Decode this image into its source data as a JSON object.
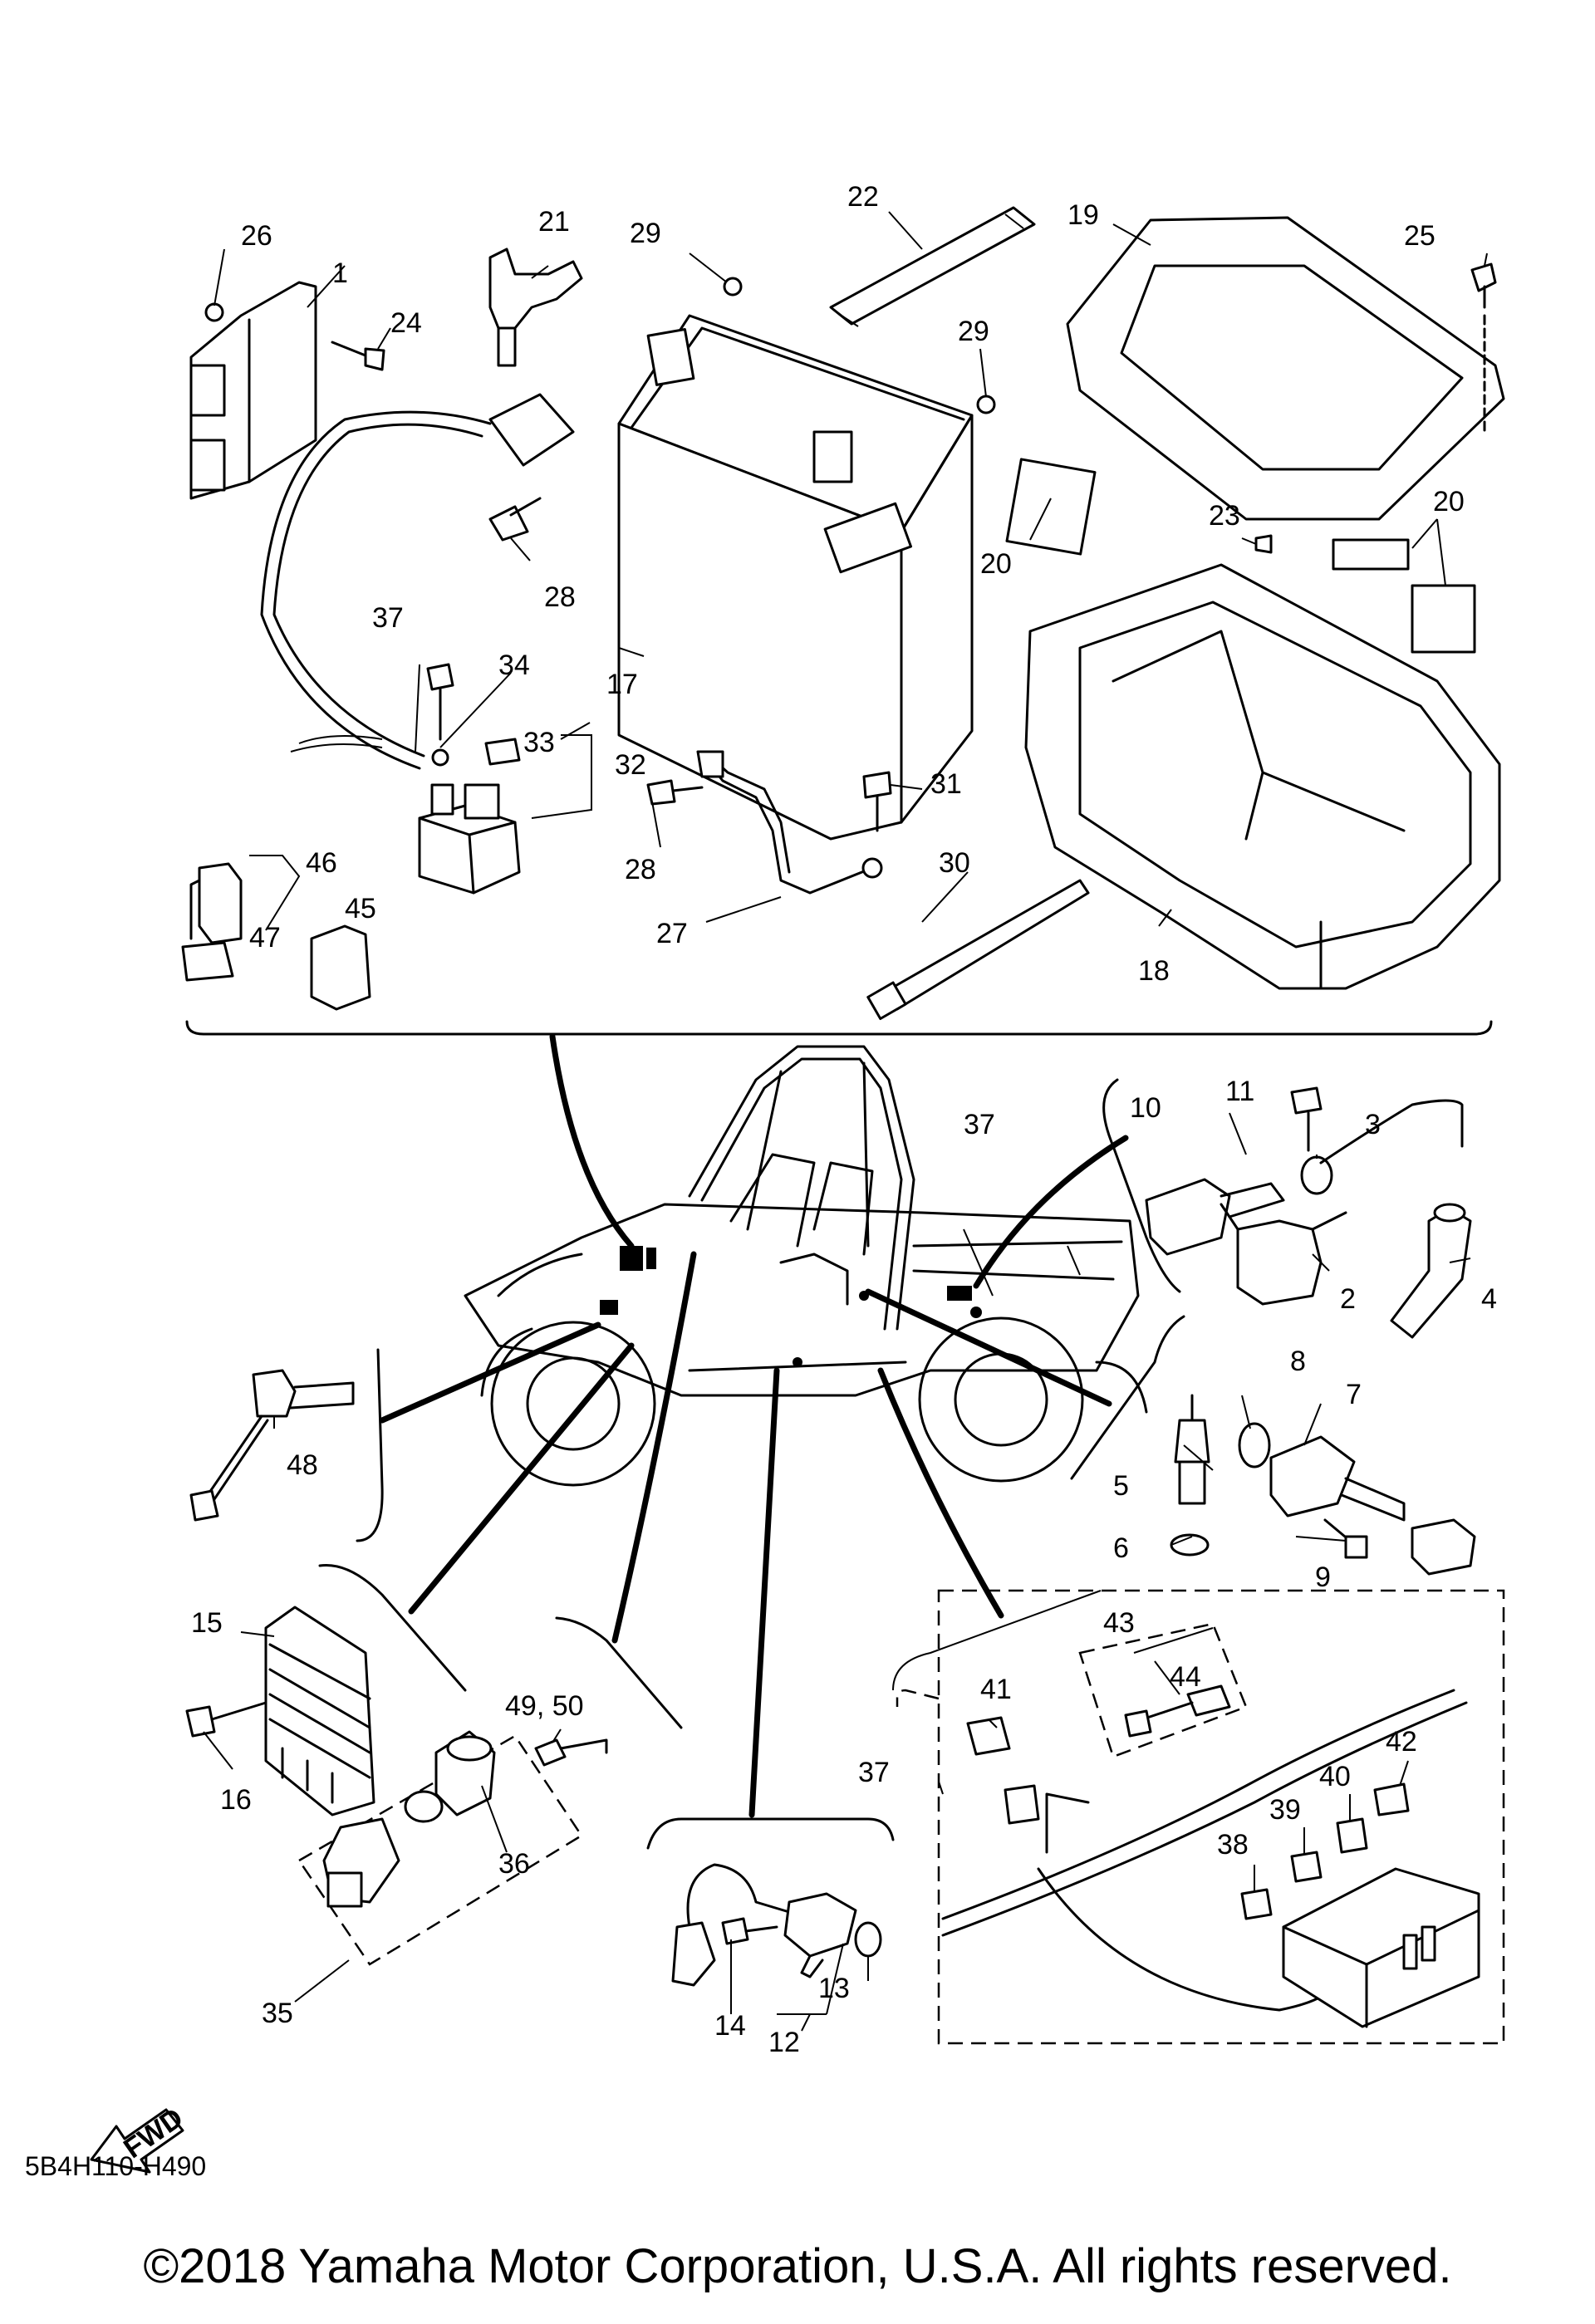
{
  "diagram": {
    "part_numbers": [
      "1",
      "2",
      "3",
      "4",
      "5",
      "6",
      "7",
      "8",
      "9",
      "10",
      "11",
      "12",
      "13",
      "14",
      "15",
      "16",
      "17",
      "18",
      "19",
      "20",
      "20",
      "21",
      "22",
      "23",
      "24",
      "25",
      "26",
      "27",
      "28",
      "28",
      "29",
      "29",
      "30",
      "31",
      "32",
      "33",
      "34",
      "35",
      "36",
      "37",
      "37",
      "37",
      "38",
      "39",
      "40",
      "41",
      "42",
      "43",
      "44",
      "45",
      "46",
      "47",
      "48",
      "49, 50"
    ],
    "fwd_label": "FWD",
    "diagram_code": "5B4H110-H490",
    "copyright": "©2018 Yamaha Motor Corporation, U.S.A. All rights reserved."
  }
}
